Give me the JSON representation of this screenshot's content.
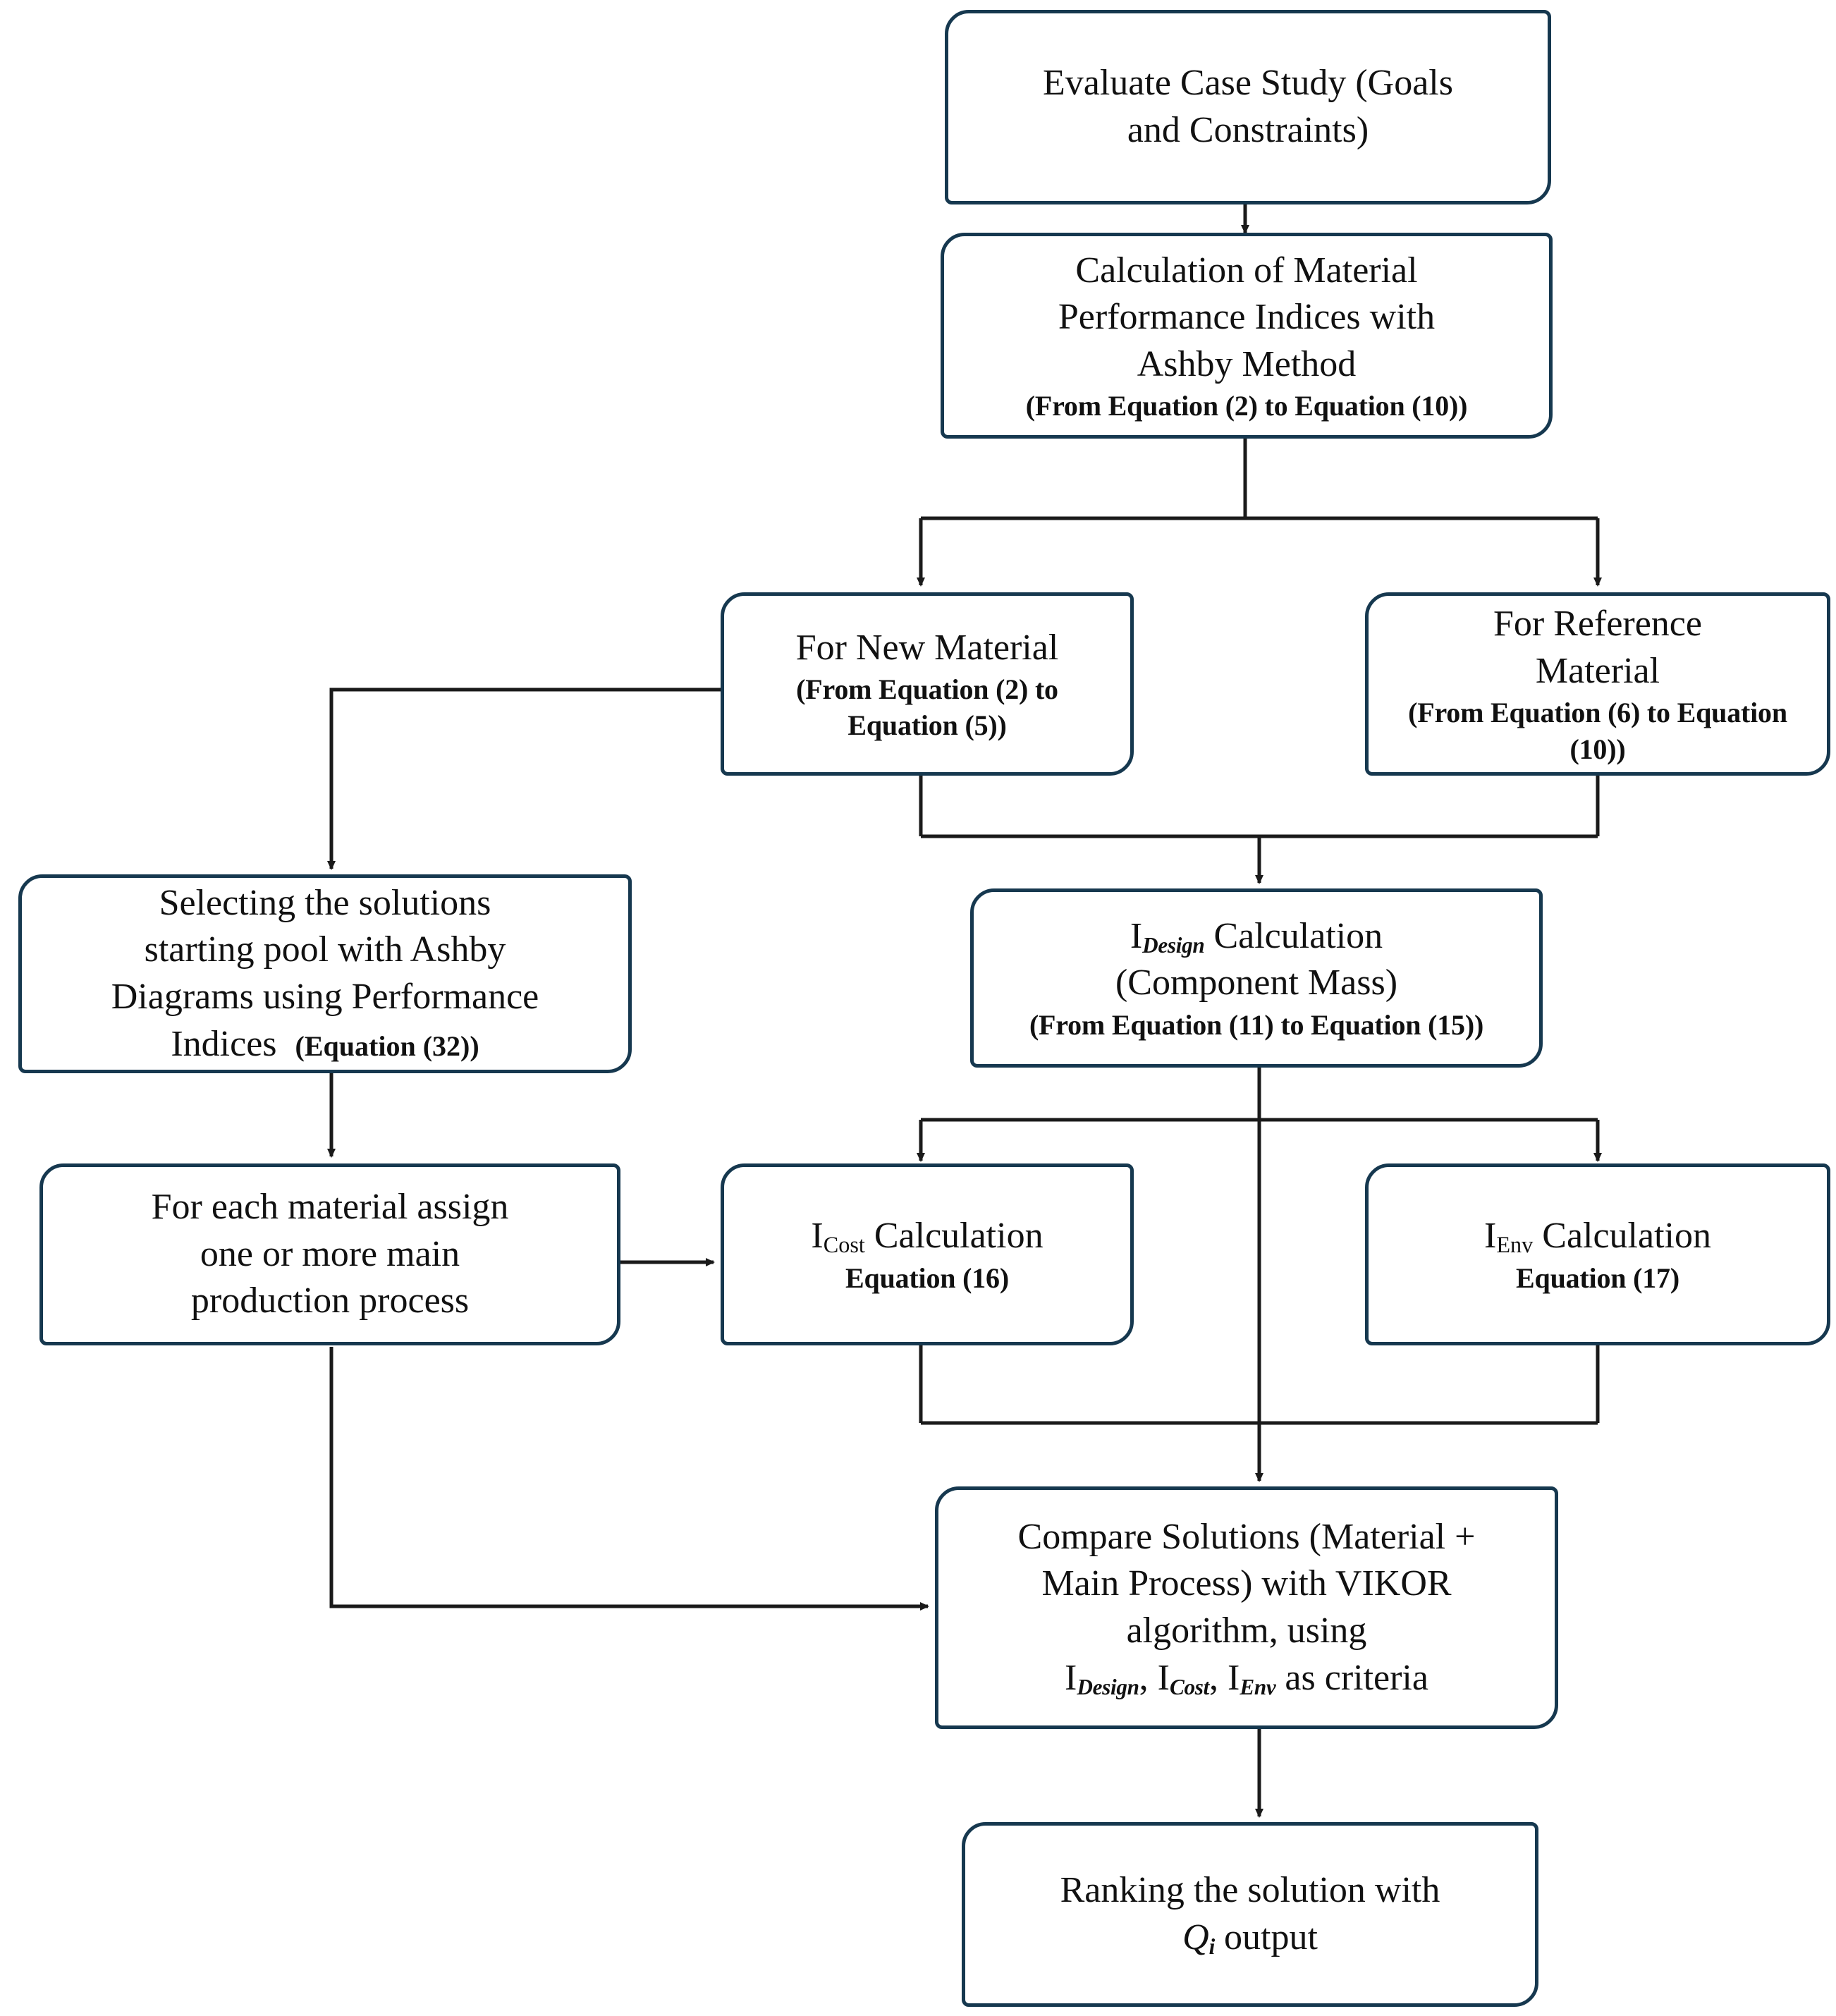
{
  "diagram": {
    "title": "Material and process selection methodology flowchart",
    "colors": {
      "box_border": "#16384f",
      "connector": "#1a1a1a",
      "background": "#ffffff"
    },
    "nodes": [
      {
        "id": "evaluate-case-study",
        "name": "evaluate-case-study-node",
        "lines": [
          "Evaluate Case Study (Goals",
          "and Constraints)"
        ]
      },
      {
        "id": "calculation-material-indices",
        "name": "calculation-material-indices-node",
        "lines": [
          "Calculation of Material",
          "Performance Indices with",
          "Ashby Method"
        ],
        "equation": "(From Equation (2) to Equation (10))"
      },
      {
        "id": "for-new-material",
        "name": "for-new-material-node",
        "lines": [
          "For New Material"
        ],
        "equation_lines": [
          "(From Equation (2) to",
          "Equation (5))"
        ]
      },
      {
        "id": "for-reference-material",
        "name": "for-reference-material-node",
        "lines": [
          "For Reference",
          "Material"
        ],
        "equation_lines": [
          "(From Equation (6) to Equation",
          "(10))"
        ]
      },
      {
        "id": "selecting-solutions-pool",
        "name": "selecting-solutions-pool-node",
        "lines": [
          "Selecting the solutions",
          "starting pool with Ashby",
          "Diagrams using Performance"
        ],
        "last_line_text": "Indices",
        "last_line_equation": "(Equation (32))"
      },
      {
        "id": "i-design-calculation",
        "name": "i-design-calculation-node",
        "symbol": "I",
        "subscript": "Design",
        "line_after_symbol": " Calculation",
        "lines": [
          "(Component Mass)"
        ],
        "equation": "(From Equation (11) to Equation (15))"
      },
      {
        "id": "for-each-material-process",
        "name": "for-each-material-process-node",
        "lines": [
          "For each material assign",
          "one or more main",
          "production process"
        ]
      },
      {
        "id": "i-cost-calculation",
        "name": "i-cost-calculation-node",
        "symbol": "I",
        "subscript": "Cost",
        "line_after_symbol": " Calculation",
        "equation": "Equation (16)"
      },
      {
        "id": "i-env-calculation",
        "name": "i-env-calculation-node",
        "symbol": "I",
        "subscript": "Env",
        "line_after_symbol": " Calculation",
        "equation": "Equation (17)"
      },
      {
        "id": "compare-solutions-vikor",
        "name": "compare-solutions-vikor-node",
        "lines": [
          "Compare Solutions (Material +",
          "Main Process) with VIKOR",
          "algorithm, using"
        ],
        "criteria_prefix": "I",
        "criteria_sub_1": "Design",
        "criteria_sep_1": ", I",
        "criteria_sub_2": "Cost",
        "criteria_sep_2": ", I",
        "criteria_sub_3": "Env",
        "criteria_suffix": " as criteria"
      },
      {
        "id": "ranking-solution",
        "name": "ranking-solution-node",
        "lines": [
          "Ranking the solution with"
        ],
        "output_symbol": "Q",
        "output_subscript": "i",
        "output_suffix": " output"
      }
    ],
    "edges": [
      {
        "name": "edge-evaluate-to-calculation",
        "from": "evaluate-case-study",
        "to": "calculation-material-indices"
      },
      {
        "name": "edge-calculation-split-new-material",
        "from": "calculation-material-indices",
        "to": "for-new-material"
      },
      {
        "name": "edge-calculation-split-reference-material",
        "from": "calculation-material-indices",
        "to": "for-reference-material"
      },
      {
        "name": "edge-new-material-to-selecting-pool",
        "from": "for-new-material",
        "to": "selecting-solutions-pool"
      },
      {
        "name": "edge-materials-merge-to-i-design",
        "from": "for-new-material,for-reference-material",
        "to": "i-design-calculation"
      },
      {
        "name": "edge-selecting-pool-to-for-each-material",
        "from": "selecting-solutions-pool",
        "to": "for-each-material-process"
      },
      {
        "name": "edge-i-design-to-i-cost",
        "from": "i-design-calculation",
        "to": "i-cost-calculation"
      },
      {
        "name": "edge-i-design-to-i-env",
        "from": "i-design-calculation",
        "to": "i-env-calculation"
      },
      {
        "name": "edge-i-design-to-compare",
        "from": "i-design-calculation",
        "to": "compare-solutions-vikor"
      },
      {
        "name": "edge-for-each-material-to-i-cost",
        "from": "for-each-material-process",
        "to": "i-cost-calculation"
      },
      {
        "name": "edge-for-each-material-to-compare",
        "from": "for-each-material-process",
        "to": "compare-solutions-vikor"
      },
      {
        "name": "edge-indices-merge-to-compare",
        "from": "i-cost-calculation,i-env-calculation",
        "to": "compare-solutions-vikor"
      },
      {
        "name": "edge-compare-to-ranking",
        "from": "compare-solutions-vikor",
        "to": "ranking-solution"
      }
    ]
  }
}
